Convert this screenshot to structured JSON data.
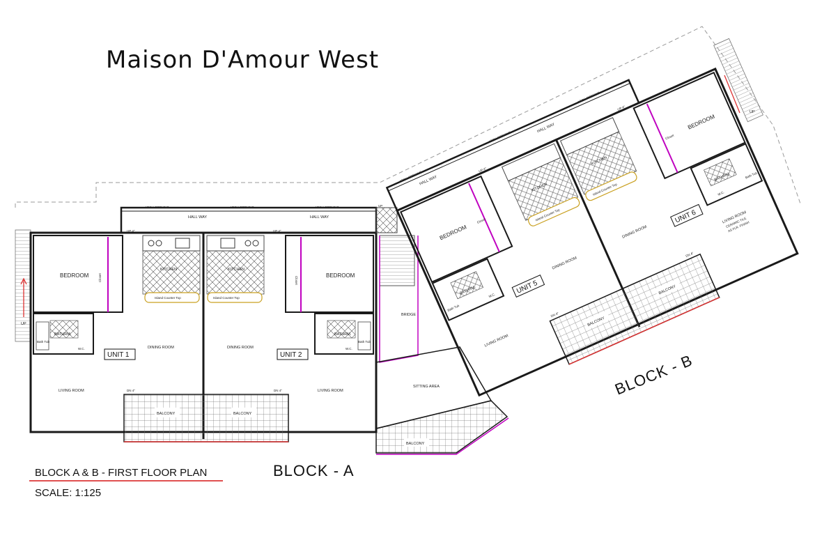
{
  "title": "Maison D'Amour West",
  "block_a_label": "BLOCK - A",
  "block_b_label": "BLOCK - B",
  "plan_caption": "BLOCK A & B - FIRST FLOOR PLAN",
  "scale": "SCALE: 1:125",
  "colors": {
    "wall": "#1a1a1a",
    "magenta": "#c000c0",
    "red": "#d33",
    "grid": "#888",
    "furniture": "#c9a020"
  },
  "rooms": {
    "bedroom": "BEDROOM",
    "closet": "Closet",
    "kitchen": "KITCHEN",
    "island": "Island Counter Top",
    "bathroom": "BATHRM.",
    "bath_tub": "Bath Tub",
    "wc": "W.C.",
    "dining": "DINING ROOM",
    "living": "LIVING ROOM",
    "balcony": "BALCONY",
    "bridge": "BRIDGE",
    "sitting": "SITTING AREA",
    "hall": "HALL WAY",
    "arch": "ARCH OPENING",
    "up": "UP",
    "up4": "UP 4\"",
    "dn4": "DN 4\"",
    "living_ceramic": "LIVING ROOM",
    "ceramic_tile": "CERAMIC TILE",
    "as_flr": "AS FLR. FINISH"
  },
  "units": {
    "u1": "UNIT 1",
    "u2": "UNIT 2",
    "u5": "UNIT 5",
    "u6": "UNIT 6"
  }
}
